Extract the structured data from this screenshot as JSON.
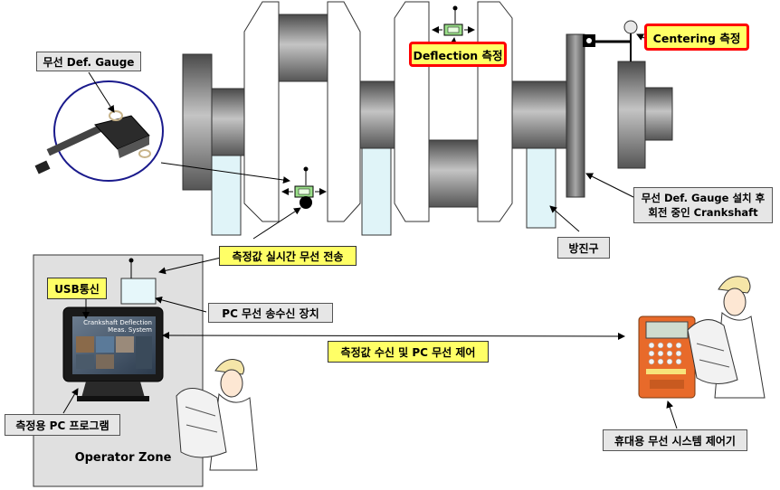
{
  "labels": {
    "wireless_gauge": "무선 Def. Gauge",
    "deflection": "Deflection 측정",
    "centering": "Centering 측정",
    "realtime_tx": "측정값 실시간 무선 전송",
    "usb": "USB통신",
    "pc_transceiver": "PC 무선 송수신 장치",
    "receive_control": "측정값 수신 및 PC 무선 제어",
    "pc_program": "측정용 PC 프로그램",
    "operator_zone": "Operator Zone",
    "rotating_line1": "무선 Def. Gauge 설치 후",
    "rotating_line2": "회전 중인 Crankshaft",
    "damper": "방진구",
    "handheld_controller": "휴대용 무선 시스템 제어기"
  },
  "screen": {
    "title": "Crankshaft Deflection",
    "subtitle": "Meas. System"
  },
  "colors": {
    "label_fill": "#ffff66",
    "highlight_border": "#ff0000",
    "metal_dark": "#6e6e6e",
    "metal_light": "#b5b5b5",
    "damper_fill": "#e0f4f8",
    "zone_fill": "#e0e0e0"
  },
  "icons": [
    "wireless-gauge-device",
    "gauge-transmitter-icon",
    "dial-indicator-icon",
    "pc-monitor-icon",
    "handheld-controller-icon",
    "operator-worker-figure",
    "field-worker-figure"
  ]
}
